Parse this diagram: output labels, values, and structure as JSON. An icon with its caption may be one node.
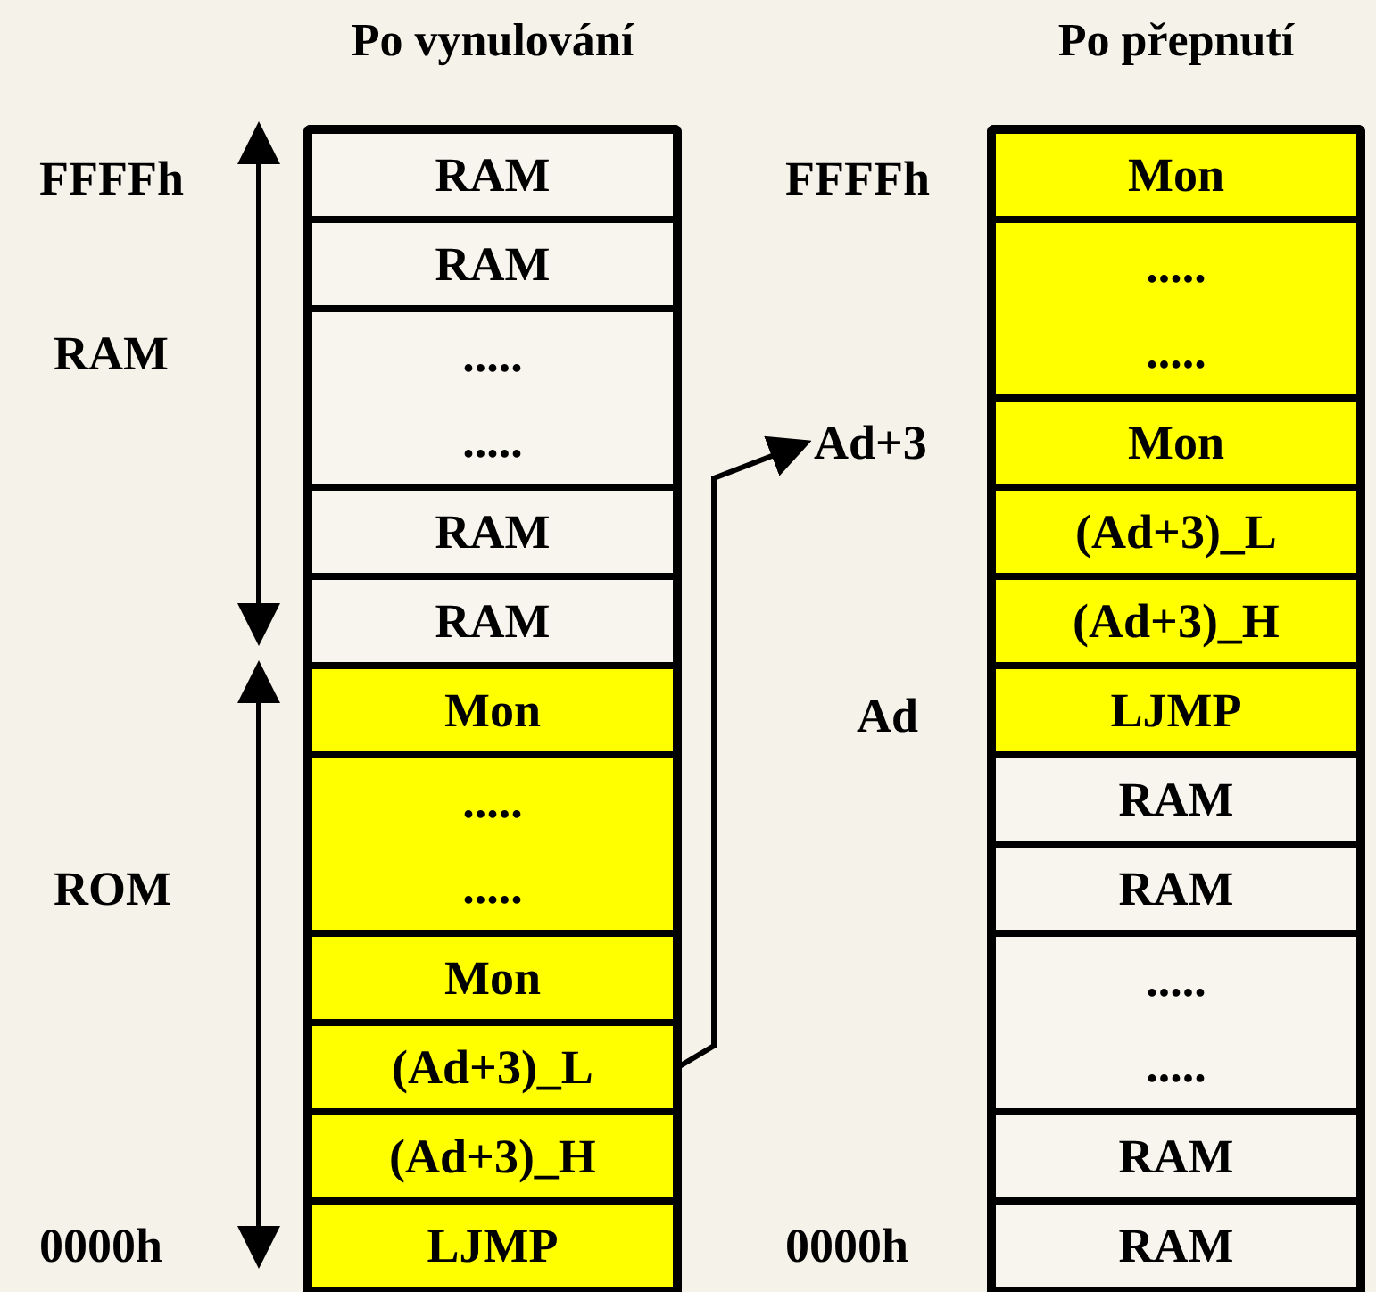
{
  "diagram": {
    "nodes": [
      {
        "text": [
          "Po vynulování"
        ]
      },
      {
        "text": [
          "RAM"
        ],
        "in": 0
      },
      {
        "text": [
          "RAM"
        ],
        "in": 0
      },
      {
        "text": [
          ".....",
          "....."
        ],
        "in": 0
      },
      {
        "text": [
          "RAM"
        ],
        "in": 0
      },
      {
        "text": [
          "RAM"
        ],
        "in": 0
      },
      {
        "text": [
          "Mon"
        ],
        "in": 0
      },
      {
        "text": [
          ".....",
          "....."
        ],
        "in": 0
      },
      {
        "text": [
          "Mon"
        ],
        "in": 0
      },
      {
        "text": [
          "(Ad+3)_L"
        ],
        "in": 0
      },
      {
        "text": [
          "(Ad+3)_H"
        ],
        "in": 0
      },
      {
        "text": [
          "LJMP"
        ],
        "in": 0
      },
      {
        "text": [
          "Po přepnutí"
        ]
      },
      {
        "text": [
          "Mon"
        ],
        "in": 12
      },
      {
        "text": [
          ".....",
          "....."
        ],
        "in": 12
      },
      {
        "text": [
          "Mon"
        ],
        "in": 12
      },
      {
        "text": [
          "(Ad+3)_L"
        ],
        "in": 12
      },
      {
        "text": [
          "(Ad+3)_H"
        ],
        "in": 12
      },
      {
        "text": [
          "LJMP"
        ],
        "in": 12
      },
      {
        "text": [
          "RAM"
        ],
        "in": 12
      },
      {
        "text": [
          "RAM"
        ],
        "in": 12
      },
      {
        "text": [
          ".....",
          "....."
        ],
        "in": 12
      },
      {
        "text": [
          "RAM"
        ],
        "in": 12
      },
      {
        "text": [
          "RAM"
        ],
        "in": 12
      },
      {
        "text": [
          "Ad+3"
        ]
      }
    ],
    "edges": [
      {
        "from": 9,
        "to": 24,
        "arrow": "to"
      }
    ],
    "labels": [
      "FFFFh",
      "FFFFh",
      "RAM",
      "Ad",
      "ROM",
      "0000h",
      "0000h"
    ]
  }
}
